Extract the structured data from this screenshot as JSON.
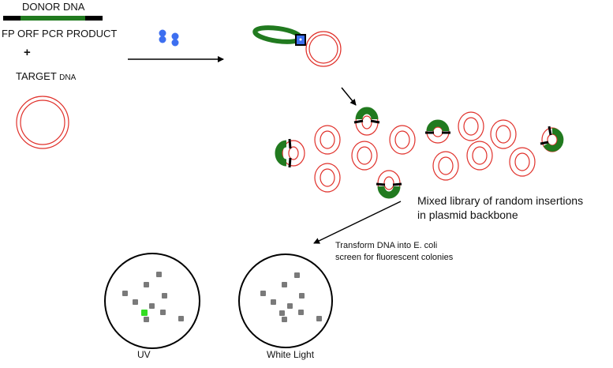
{
  "labels": {
    "donor_dna": "DONOR DNA",
    "fp_orf_pcr_product": "FP ORF PCR PRODUCT",
    "plus": "+",
    "target_main": "TARGET ",
    "target_small": "DNA",
    "mixed_line1": "Mixed library of random insertions",
    "mixed_line2": "in plasmid backbone",
    "transform_line1": "Transform DNA into E. coli",
    "transform_line2": "screen for fluorescent colonies",
    "uv": "UV",
    "white_light": "White Light"
  },
  "colors": {
    "insert_green": "#217a1f",
    "plasmid_red": "#e0302a",
    "transposase_blue": "#3d6ff0",
    "colony_gray": "#7a7a7a",
    "fluorescent_green": "#33dd22",
    "end_black": "#000000"
  }
}
